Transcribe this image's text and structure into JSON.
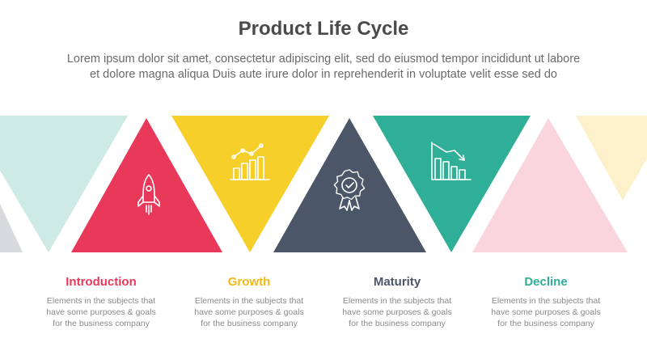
{
  "header": {
    "title": "Product Life Cycle",
    "subtitle_line1": "Lorem ipsum dolor sit amet, consectetur adipiscing elit, sed do eiusmod tempor incididunt ut labore",
    "subtitle_line2": "et dolore magna aliqua Duis aute irure dolor in reprehenderit in voluptate velit esse sed do"
  },
  "colors": {
    "introduction": "#e8395a",
    "growth": "#f7cf2a",
    "maturity": "#4b5668",
    "decline": "#2faf97",
    "faded_teal": "#cdeae5",
    "faded_pink": "#fad5dd",
    "faded_yellow": "#fdf1cc",
    "faded_gray": "#d9dadd",
    "title_text": "#4a4a4a"
  },
  "stages": [
    {
      "name": "Introduction",
      "icon": "rocket-icon",
      "desc_line1": "Elements in the subjects that",
      "desc_line2": "have  some purposes & goals",
      "desc_line3": "for the  business company"
    },
    {
      "name": "Growth",
      "icon": "bar-chart-growth-icon",
      "desc_line1": "Elements in the subjects that",
      "desc_line2": "have  some purposes & goals",
      "desc_line3": "for the  business company"
    },
    {
      "name": "Maturity",
      "icon": "award-badge-icon",
      "desc_line1": "Elements in the subjects that",
      "desc_line2": "have  some purposes & goals",
      "desc_line3": "for the  business company"
    },
    {
      "name": "Decline",
      "icon": "bar-chart-decline-icon",
      "desc_line1": "Elements in the subjects that",
      "desc_line2": "have  some purposes & goals",
      "desc_line3": "for the  business company"
    }
  ]
}
